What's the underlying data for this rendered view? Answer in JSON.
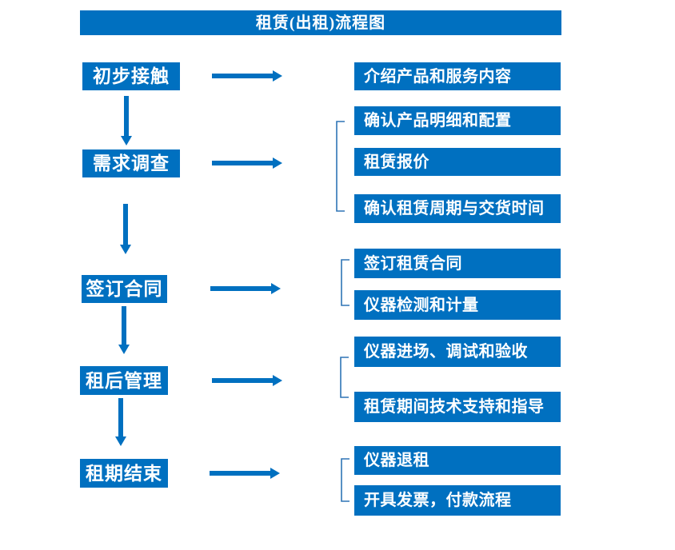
{
  "title": "租赁(出租)流程图",
  "colors": {
    "primary": "#0070C0",
    "bracket": "#2E74B5",
    "text_on_primary": "#FFFFFF",
    "background": "#FFFFFF"
  },
  "flow": [
    {
      "step": "初步接触",
      "details": [
        "介绍产品和服务内容"
      ]
    },
    {
      "step": "需求调查",
      "details": [
        "确认产品明细和配置",
        "租赁报价",
        "确认租赁周期与交货时间"
      ]
    },
    {
      "step": "签订合同",
      "details": [
        "签订租赁合同",
        "仪器检测和计量"
      ]
    },
    {
      "step": "租后管理",
      "details": [
        "仪器进场、调试和验收",
        "租赁期间技术支持和指导"
      ]
    },
    {
      "step": "租期结束",
      "details": [
        "仪器退租",
        "开具发票，付款流程"
      ]
    }
  ]
}
